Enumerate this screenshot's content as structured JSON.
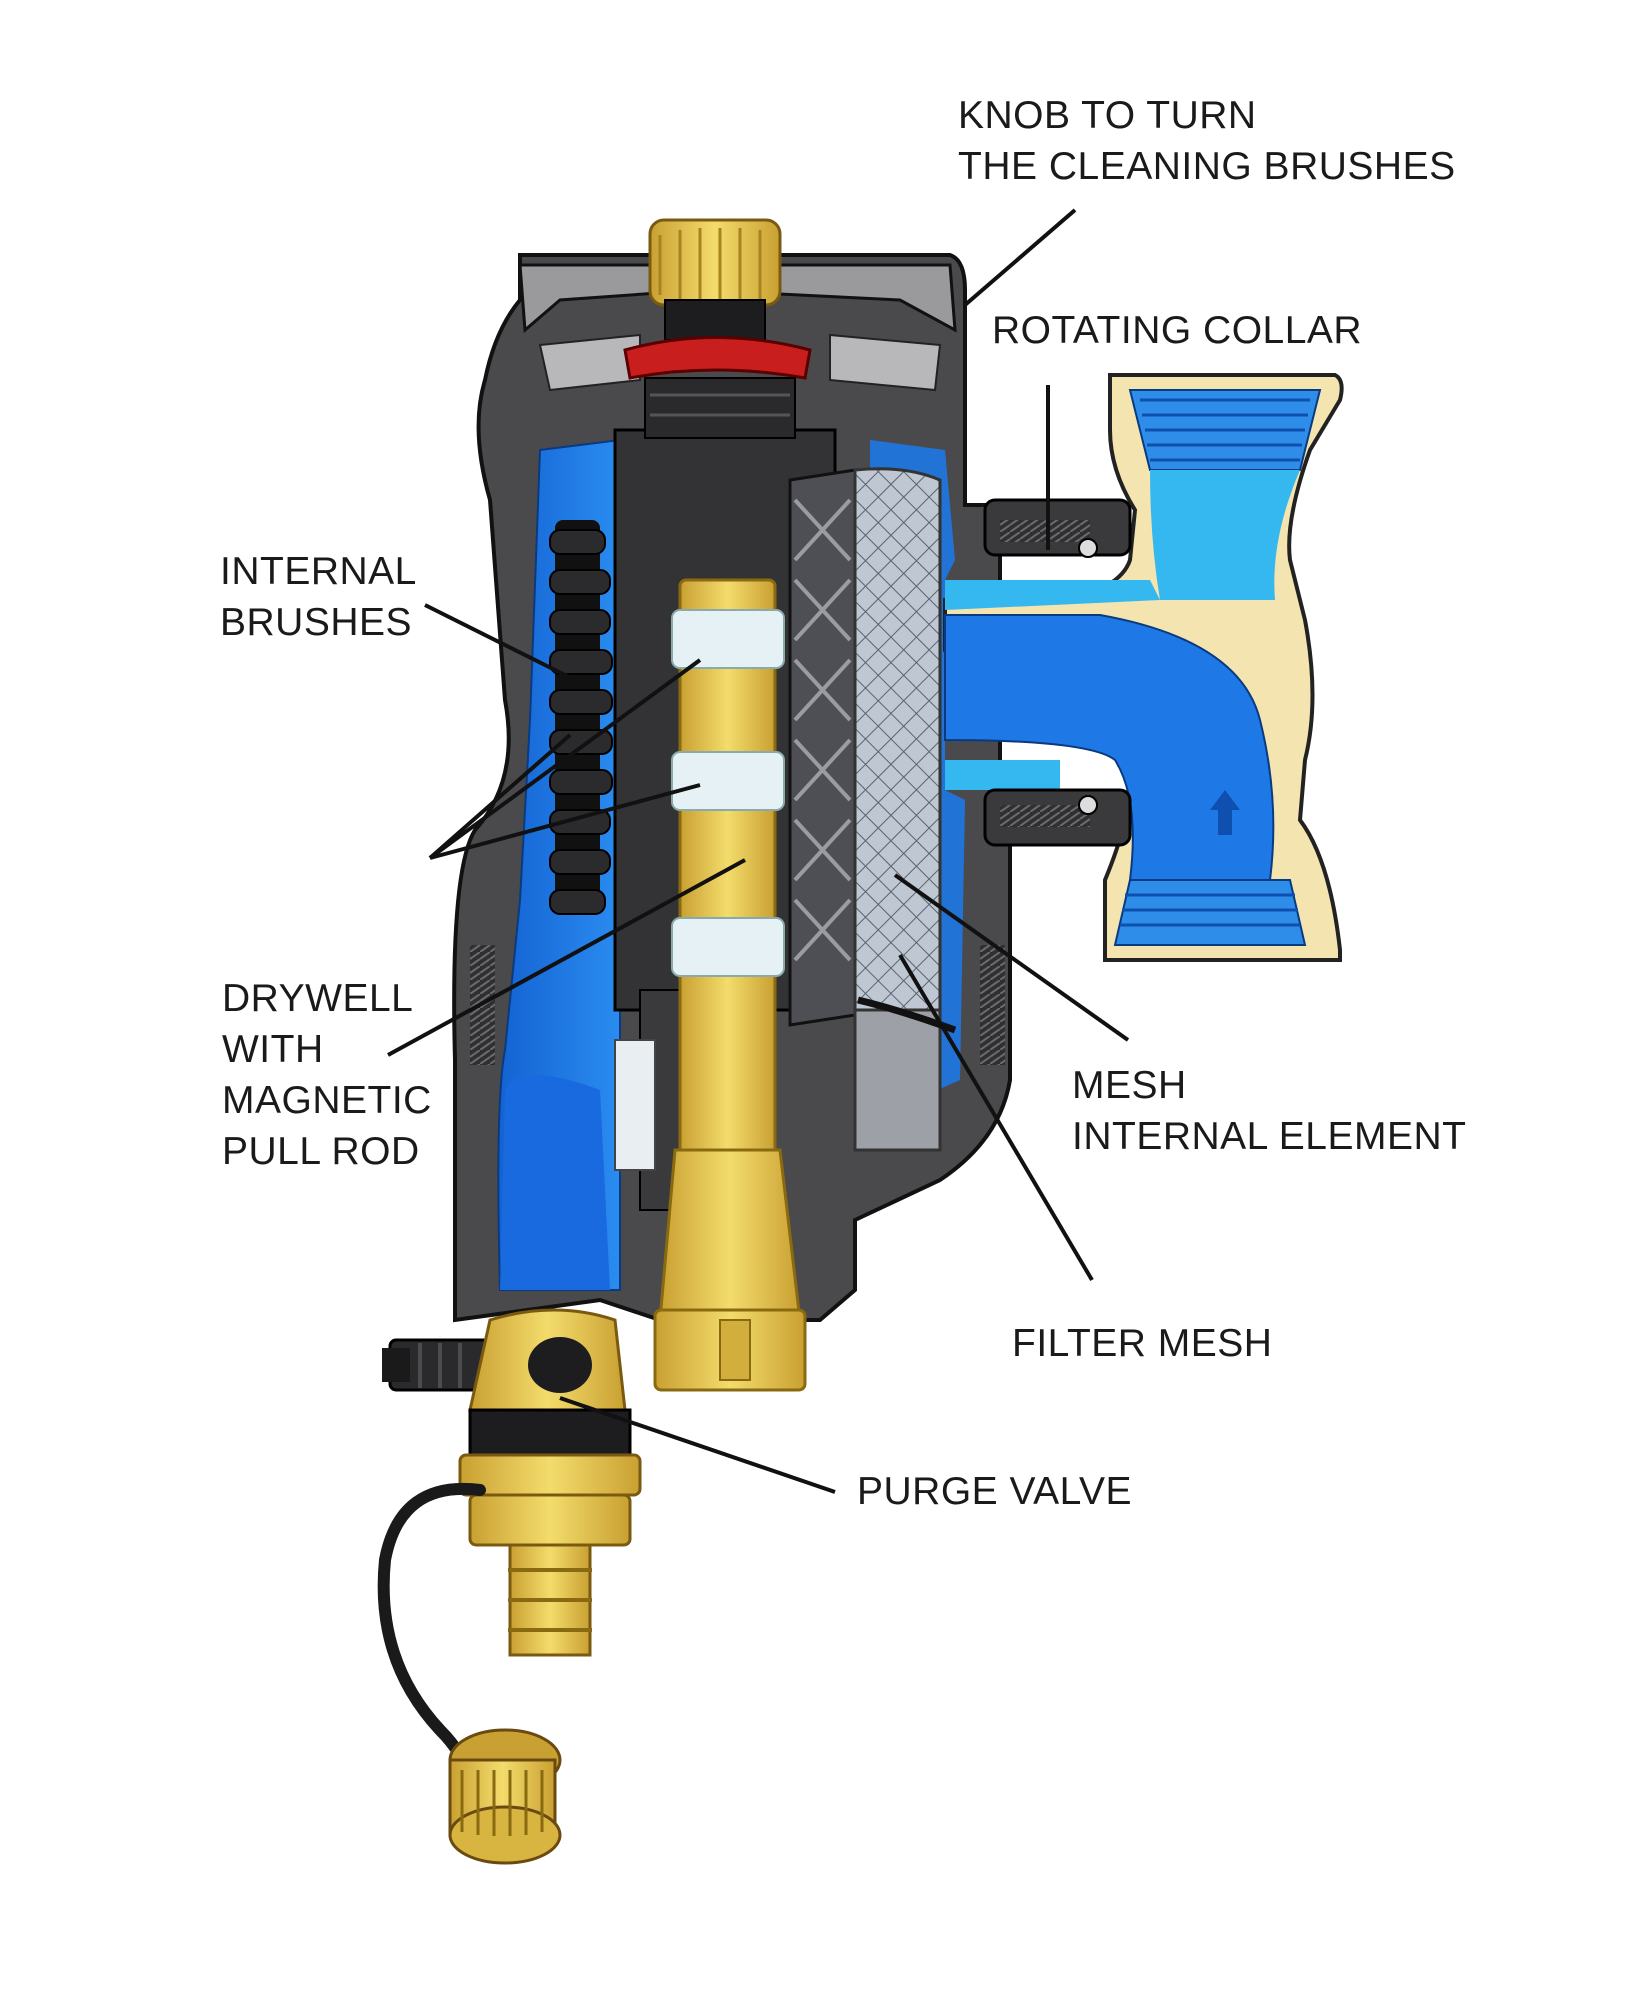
{
  "labels": {
    "knob": [
      "KNOB TO TURN",
      "THE CLEANING BRUSHES"
    ],
    "collar": [
      "ROTATING COLLAR"
    ],
    "brushes": [
      "INTERNAL",
      "BRUSHES"
    ],
    "drywell": [
      "DRYWELL",
      "WITH",
      "MAGNETIC",
      "PULL ROD"
    ],
    "mesh_element": [
      "MESH",
      "INTERNAL ELEMENT"
    ],
    "filter_mesh": [
      "FILTER MESH"
    ],
    "purge_valve": [
      "PURGE VALVE"
    ]
  },
  "colors": {
    "body_dark": "#4a4a4c",
    "body_light": "#8a8a8c",
    "water": "#1e78e6",
    "water_light": "#30c8f0",
    "brass": "#e8c34a",
    "brass_light": "#f5e27a",
    "seal_red": "#c81e1e",
    "pipe_cream": "#f3e4b0"
  }
}
